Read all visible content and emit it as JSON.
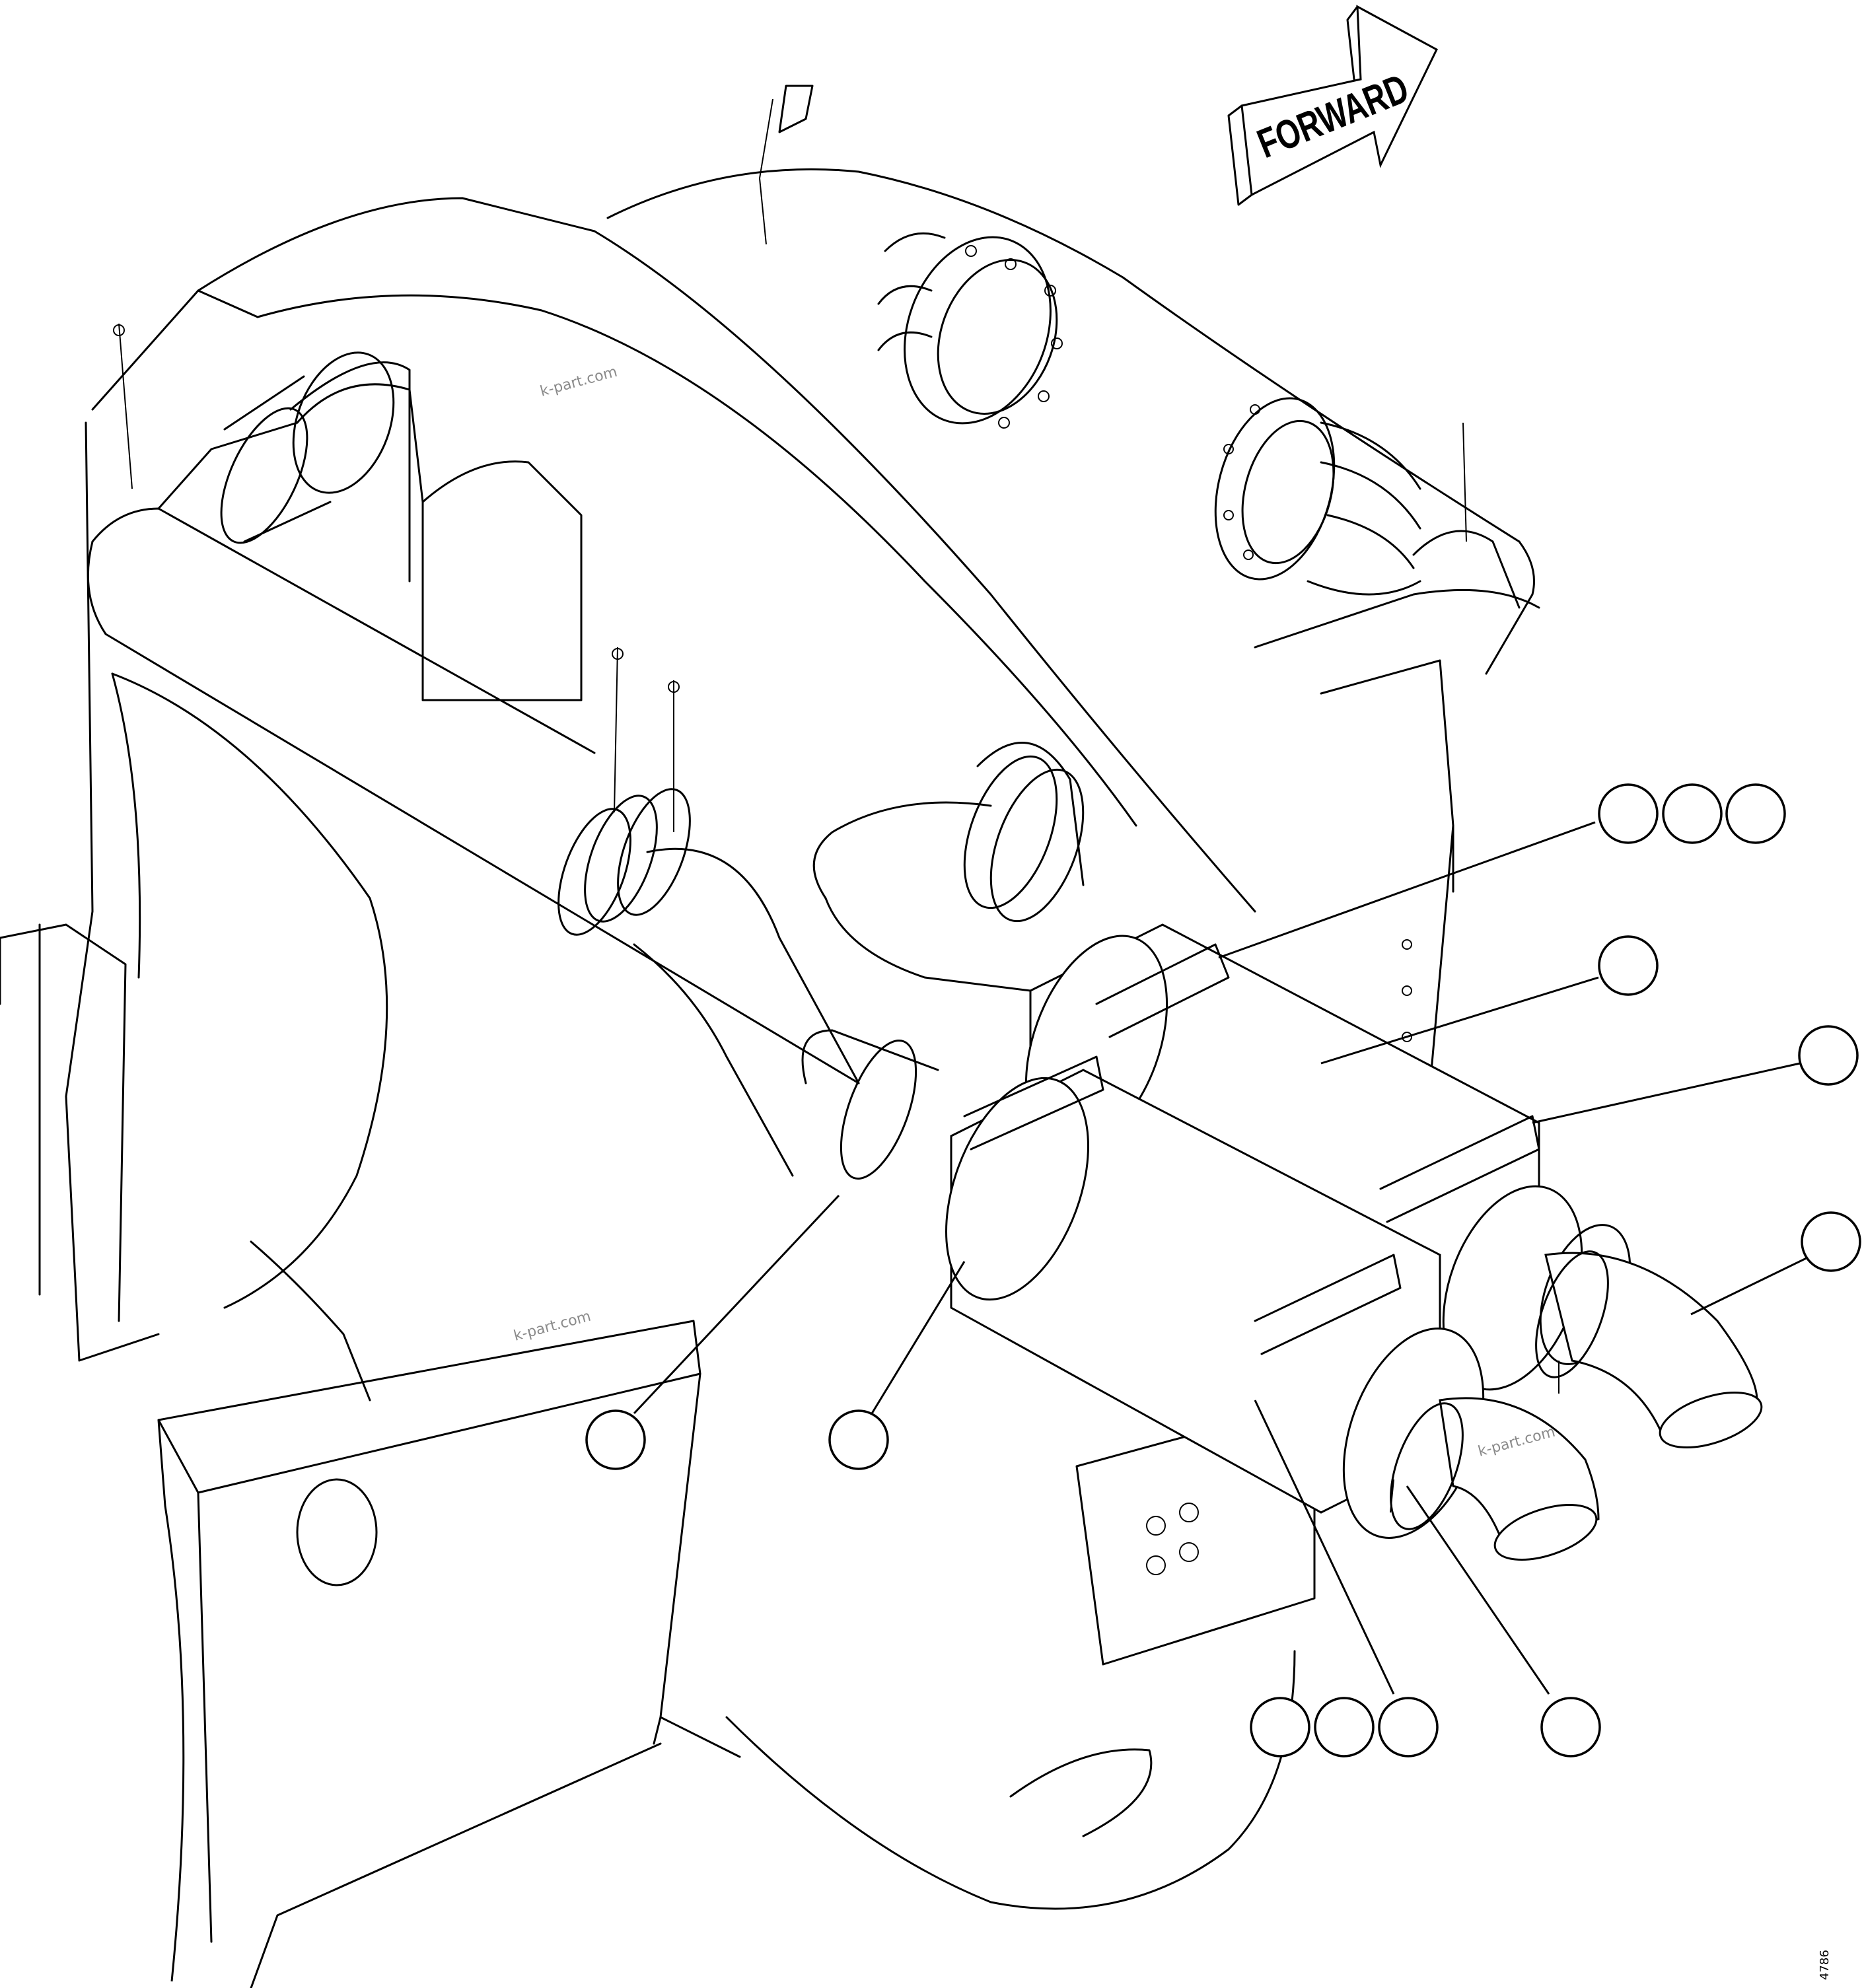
{
  "direction_arrow": {
    "label": "FORWARD"
  },
  "watermarks": [
    "k-part.com",
    "k-part.com",
    "k-part.com"
  ],
  "drawing_number": "4786",
  "callouts": [
    {
      "id": "c-top-1",
      "label": ""
    },
    {
      "id": "c-top-2",
      "label": ""
    },
    {
      "id": "c-top-3",
      "label": ""
    },
    {
      "id": "c-muffler-body",
      "label": ""
    },
    {
      "id": "c-right-bracket",
      "label": ""
    },
    {
      "id": "c-right-tailpipe",
      "label": ""
    },
    {
      "id": "c-left-clamp",
      "label": ""
    },
    {
      "id": "c-left-bracket",
      "label": ""
    },
    {
      "id": "c-bottom-1",
      "label": ""
    },
    {
      "id": "c-bottom-2",
      "label": ""
    },
    {
      "id": "c-bottom-3",
      "label": ""
    },
    {
      "id": "c-bottom-tailpipe",
      "label": ""
    }
  ]
}
